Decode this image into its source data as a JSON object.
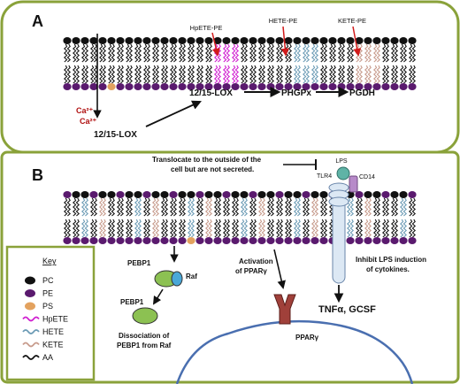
{
  "panels": {
    "a_label": "A",
    "b_label": "B"
  },
  "panel_a": {
    "oxidized_labels": [
      "HpETE-PE",
      "HETE-PE",
      "KETE-PE"
    ],
    "calcium": [
      "Ca²⁺",
      "Ca²⁺"
    ],
    "lox_bottom": "12/15-LOX",
    "lox_top": "12/15-LOX",
    "phgpx": "PHGPx",
    "pgdh": "PGDH"
  },
  "panel_b": {
    "translocate_line1": "Translocate to the outside of the",
    "translocate_line2": "cell but are not secreted.",
    "lps": "LPS",
    "tlr4": "TLR4",
    "cd14": "CD14",
    "pebp1_top": "PEBP1",
    "raf": "Raf",
    "pebp1_bottom": "PEBP1",
    "dissociation_line1": "Dissociation of",
    "dissociation_line2": "PEBP1 from Raf",
    "activation_line1": "Activation",
    "activation_line2": "of PPARγ",
    "inhibit_line1": "Inhibit LPS induction",
    "inhibit_line2": "of cytokines.",
    "tnf": "TNFα, GCSF",
    "ppar": "PPARγ"
  },
  "key": {
    "title": "Key",
    "items": [
      {
        "label": "PC",
        "kind": "oval",
        "color": "#111111"
      },
      {
        "label": "PE",
        "kind": "oval",
        "color": "#5a1a6e"
      },
      {
        "label": "PS",
        "kind": "oval",
        "color": "#e3a25f"
      },
      {
        "label": "HpETE",
        "kind": "wave",
        "color": "#d01fd0"
      },
      {
        "label": "HETE",
        "kind": "wave",
        "color": "#6b9bb5"
      },
      {
        "label": "KETE",
        "kind": "wave",
        "color": "#c79b8c"
      },
      {
        "label": "AA",
        "kind": "wave",
        "color": "#111111"
      }
    ]
  },
  "colors": {
    "frame": "#8aa23a",
    "pc": "#111111",
    "pe": "#5a1a6e",
    "ps": "#e3a25f",
    "hpete": "#d01fd0",
    "hete": "#6b9bb5",
    "kete": "#c79b8c",
    "aa": "#111111",
    "red_arrow": "#d11a1a",
    "calcium": "#b01010",
    "nucleus": "#4a6fb0",
    "pebp1": "#8cc152",
    "raf": "#4aa8d8",
    "ppar": "#a0403a",
    "tlr4": "#5fb3a6",
    "cd14": "#b78ac9"
  }
}
